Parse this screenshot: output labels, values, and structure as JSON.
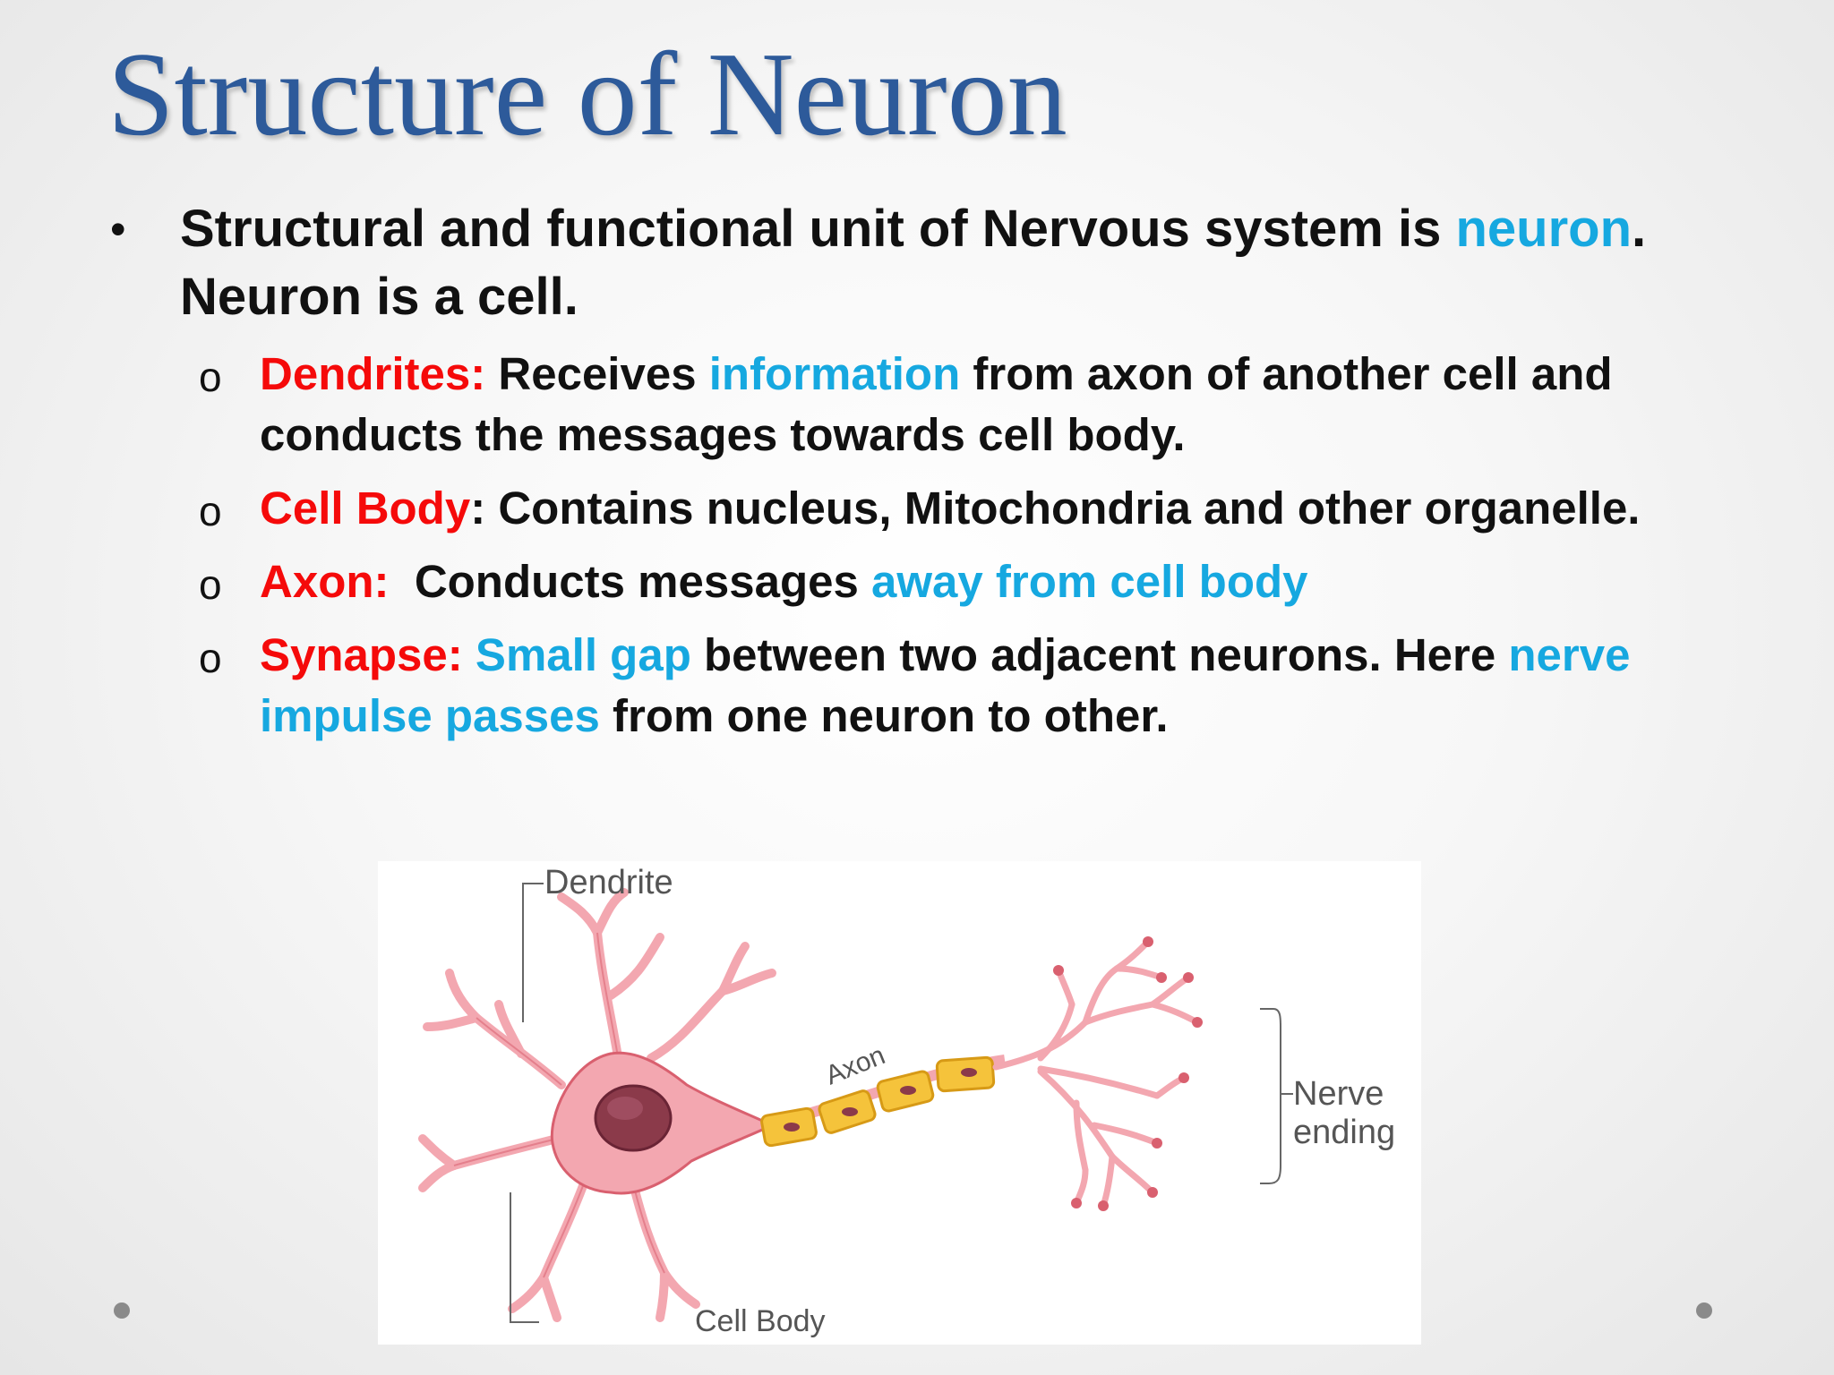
{
  "slide": {
    "title": "Structure of Neuron",
    "bullet_marker": "•",
    "sub_marker": "o"
  },
  "intro": {
    "part1": "Structural and functional unit of Nervous system is ",
    "highlight": "neuron",
    "part2": ". Neuron is a cell."
  },
  "points": {
    "dendrites": {
      "term": "Dendrites:",
      "text1": " Receives ",
      "highlight": "information",
      "text2": " from axon of another cell and conducts the messages towards cell body."
    },
    "cell_body": {
      "term": "Cell Body",
      "text1": ": Contains nucleus, Mitochondria and other organelle."
    },
    "axon": {
      "term": "Axon:",
      "text1": "  Conducts messages ",
      "highlight": "away from cell body"
    },
    "synapse": {
      "term": "Synapse:",
      "highlight1": " Small gap",
      "text1": " between two adjacent neurons. Here ",
      "highlight2": "nerve impulse passes",
      "text2": " from one neuron to other."
    }
  },
  "diagram": {
    "labels": {
      "dendrite": "Dendrite",
      "axon": "Axon",
      "nerve": "Nerve",
      "ending": "ending",
      "cell_body": "Cell Body"
    }
  },
  "colors": {
    "title": "#2d5a9a",
    "term_red": "#f50a0a",
    "highlight_blue": "#16a8e0",
    "neuron_fill": "#f3a7b0",
    "neuron_stroke": "#d9606f",
    "nucleus": "#8b3a4a",
    "myelin": "#f5c33b"
  }
}
